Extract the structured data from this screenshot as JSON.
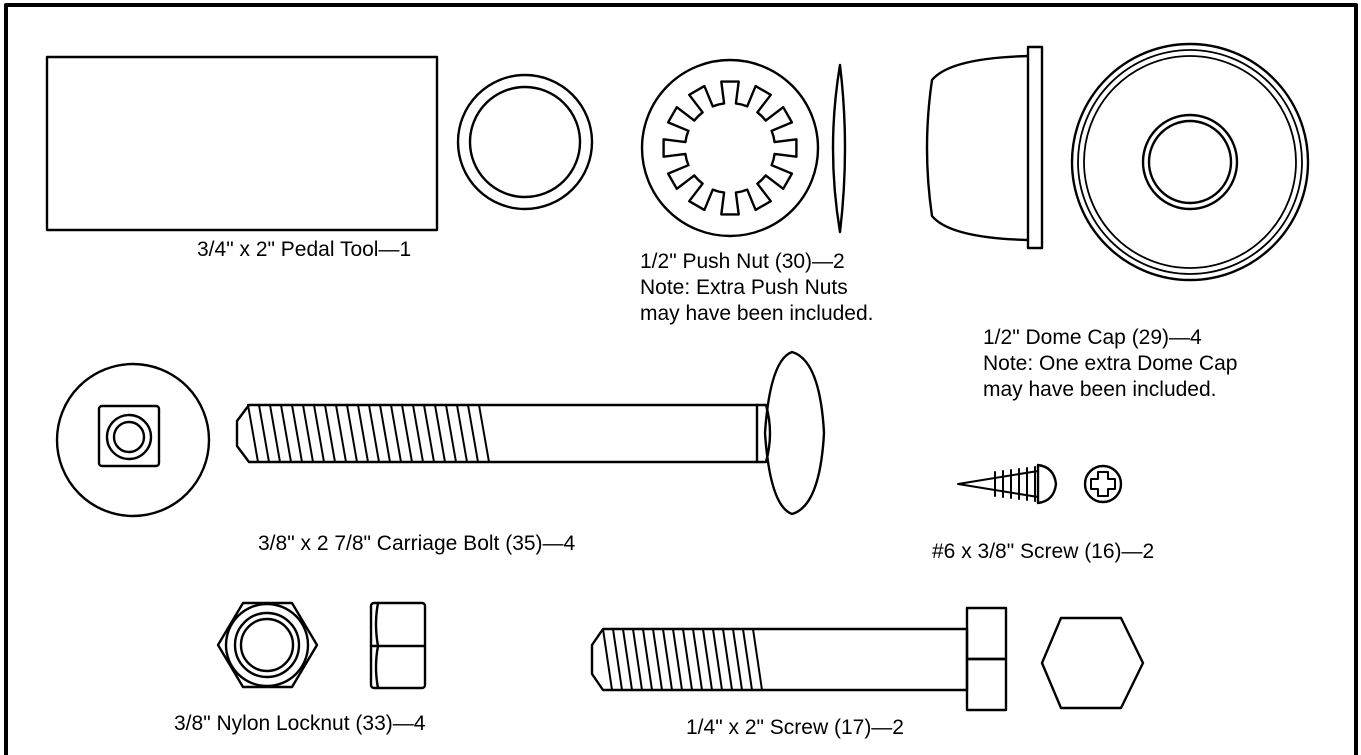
{
  "parts": {
    "pedal_tool": {
      "label": "3/4\" x 2\" Pedal Tool—1"
    },
    "push_nut": {
      "label": "1/2\" Push Nut (30)—2",
      "note_line1": "Note: Extra Push Nuts",
      "note_line2": "may have been included."
    },
    "dome_cap": {
      "label": "1/2\" Dome Cap (29)—4",
      "note_line1": "Note: One extra Dome Cap",
      "note_line2": "may have been included."
    },
    "carriage_bolt": {
      "label": "3/8\" x 2 7/8\" Carriage Bolt (35)—4"
    },
    "screw_6": {
      "label": "#6 x 3/8\" Screw (16)—2"
    },
    "nylon_locknut": {
      "label": "3/8\" Nylon Locknut (33)—4"
    },
    "screw_quarter": {
      "label": "1/4\" x 2\" Screw (17)—2"
    }
  }
}
